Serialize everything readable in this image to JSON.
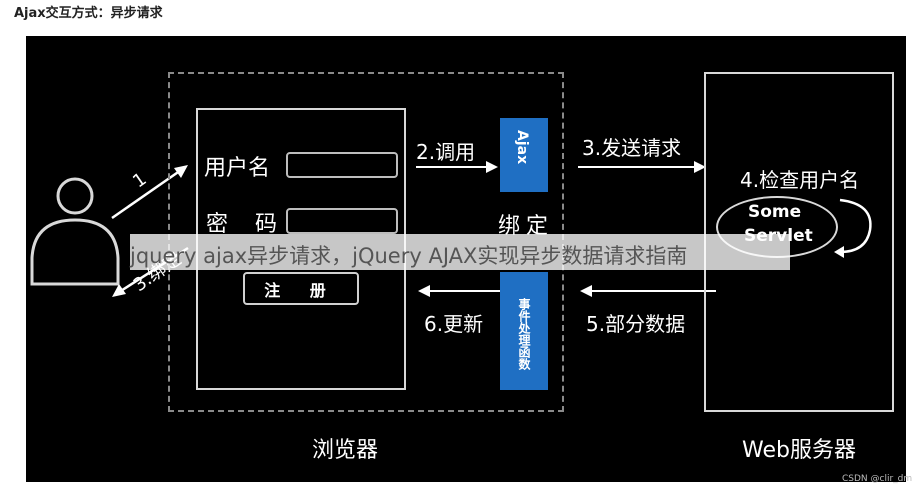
{
  "heading": "Ajax交互方式：异步请求",
  "browser": {
    "username_label": "用户名",
    "password_label": "密 码",
    "register_button": "注 册",
    "caption": "浏览器"
  },
  "flow": {
    "step1": "1",
    "step2": "2.调用",
    "step3_send": "3.发送请求",
    "step3_bind": "3.绑定",
    "step4": "4.检查用户名",
    "step5": "5.部分数据",
    "step6": "6.更新",
    "bind_text": "绑定"
  },
  "ajax_box": {
    "label": "Ajax"
  },
  "event_box": {
    "label": "事件处理函数"
  },
  "server": {
    "servlet_line1": "Some",
    "servlet_line2": "Servlet",
    "caption": "Web服务器"
  },
  "overlay_caption": "jquery ajax异步请求，jQuery AJAX实现异步数据请求指南",
  "watermark": "CSDN @clir_dm",
  "colors": {
    "panel": "#000000",
    "accent_blue": "#1f6fc3",
    "foreground": "#ffffff"
  }
}
